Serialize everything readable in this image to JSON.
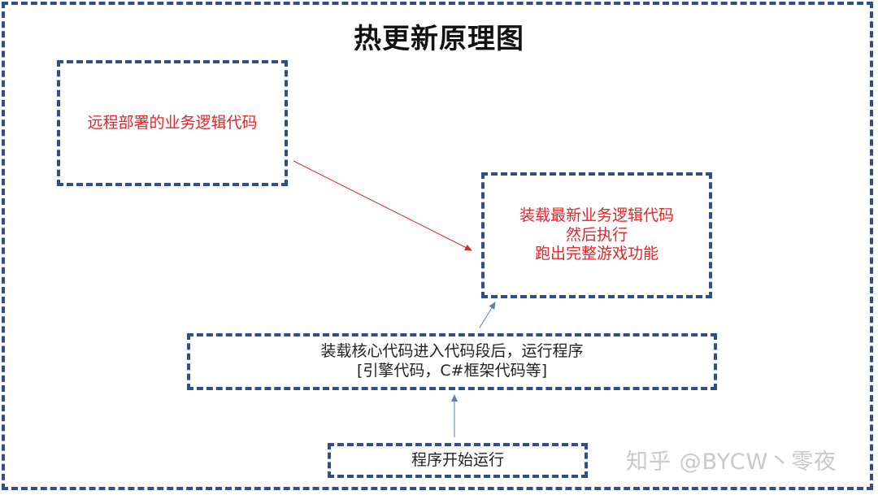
{
  "title": "热更新原理图",
  "nodes": {
    "remote": {
      "lines": [
        "远程部署的业务逻辑代码"
      ],
      "color": "#e0262b"
    },
    "load_latest": {
      "lines": [
        "装载最新业务逻辑代码",
        "然后执行",
        "跑出完整游戏功能"
      ],
      "color": "#e0262b"
    },
    "load_core": {
      "lines": [
        "装载核心代码进入代码段后，运行程序",
        "[引擎代码，C#框架代码等]"
      ],
      "color": "#222222"
    },
    "start": {
      "lines": [
        "程序开始运行"
      ],
      "color": "#222222"
    }
  },
  "edges": [
    {
      "from": "remote",
      "to": "load_latest",
      "color": "#e0262b"
    },
    {
      "from": "load_core",
      "to": "load_latest",
      "color": "#5b7fb5"
    },
    {
      "from": "start",
      "to": "load_core",
      "color": "#5b7fb5"
    }
  ],
  "watermark": "知乎 @BYCW丶零夜",
  "colors": {
    "border": "#2f4f8a",
    "accent_text": "#e0262b"
  }
}
